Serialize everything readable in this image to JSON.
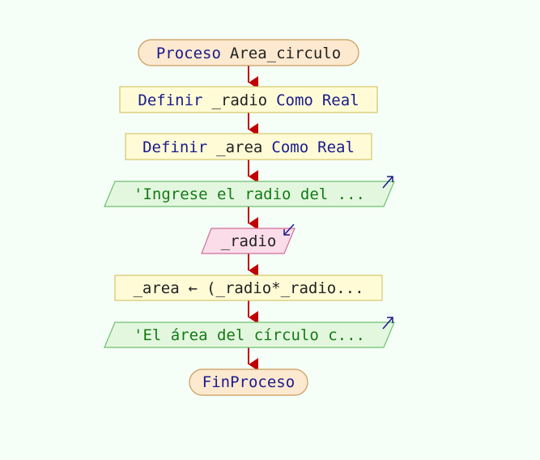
{
  "colors": {
    "background": "#f5fff7",
    "terminal_fill": "#fde9cf",
    "terminal_stroke": "#c99a5b",
    "process_fill": "#fefbd6",
    "process_stroke": "#d6c66a",
    "output_fill": "#e3f7df",
    "output_stroke": "#6fbf6f",
    "input_fill": "#fbdde9",
    "input_stroke": "#cf6f97",
    "arrow": "#c00000",
    "io_arrow": "#1a1a8c"
  },
  "flowchart": {
    "start": {
      "keyword": "Proceso",
      "name": "Area_circulo"
    },
    "decl_radio": {
      "kw1": "Definir",
      "var": "_radio",
      "kw2": "Como",
      "type": "Real"
    },
    "decl_area": {
      "kw1": "Definir",
      "var": "_area",
      "kw2": "Como",
      "type": "Real"
    },
    "output_prompt": {
      "text": "'Ingrese el radio del ...",
      "icon": "output-arrow-icon"
    },
    "input_radio": {
      "var": "_radio",
      "icon": "input-arrow-icon"
    },
    "assign_area": {
      "var": "_area",
      "op": "←",
      "expr": "(_radio*_radio..."
    },
    "output_result": {
      "text": "'El área del círculo c...",
      "icon": "output-arrow-icon"
    },
    "end": {
      "keyword": "FinProceso"
    }
  }
}
